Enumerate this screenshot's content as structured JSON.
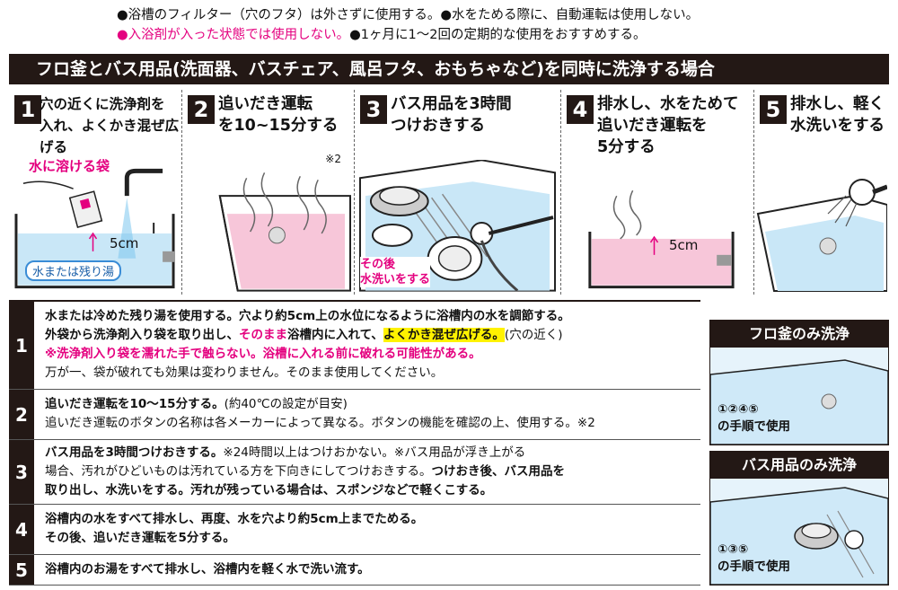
{
  "notes": {
    "line1a": "●浴槽のフィルター（穴のフタ）は外さずに使用する。",
    "line1b": "●水をためる際に、自動運転は使用しない。",
    "line2a": "●入浴剤が入った状態では使用しない。",
    "line2b": "●1ヶ月に1～2回の定期的な使用をおすすめする。"
  },
  "title": "フロ釜とバス用品(洗面器、バスチェア、風呂フタ、おもちゃなど)を同時に洗浄する場合",
  "steps": [
    {
      "num": "1",
      "title": "穴の近くに洗浄剤を\n入れ、よくかき混ぜ広げる",
      "label_bag": "水に溶ける袋",
      "label_water": "水または残り湯",
      "label_level": "5cm"
    },
    {
      "num": "2",
      "title": "追いだき運転\nを10~15分する",
      "note": "※2"
    },
    {
      "num": "3",
      "title": "バス用品を3時間\nつけおきする",
      "label_rinse": "その後\n水洗いをする"
    },
    {
      "num": "4",
      "title": "排水し、水をためて\n追いだき運転を\n5分する",
      "label_level": "5cm"
    },
    {
      "num": "5",
      "title": "排水し、軽く\n水洗いをする"
    }
  ],
  "rows": [
    {
      "num": "1",
      "l1": "水または冷めた残り湯を使用する。穴より約5cm上の水位になるように浴槽内の水を調節する。",
      "l2a": "外袋から洗浄剤入り袋を取り出し、",
      "l2b": "そのまま",
      "l2c": "浴槽内に入れて、",
      "l2d": "よくかき混ぜ広げる。",
      "l2e": "(穴の近く)",
      "l3": "※洗浄剤入り袋を濡れた手で触らない。浴槽に入れる前に破れる可能性がある。",
      "l4": "万が一、袋が破れても効果は変わりません。そのまま使用してください。"
    },
    {
      "num": "2",
      "l1a": "追いだき運転を10～15分する。",
      "l1b": "(約40℃の設定が目安)",
      "l2": "追いだき運転のボタンの名称は各メーカーによって異なる。ボタンの機能を確認の上、使用する。※2"
    },
    {
      "num": "3",
      "l1a": "バス用品を3時間つけおきする。",
      "l1b": "※24時間以上はつけおかない。※バス用品が浮き上がる",
      "l2a": "場合、汚れがひどいものは汚れている方を下向きにしてつけおきする。",
      "l2b": "つけおき後、バス用品を",
      "l3": "取り出し、水洗いをする。汚れが残っている場合は、スポンジなどで軽くこする。"
    },
    {
      "num": "4",
      "l1": "浴槽内の水をすべて排水し、再度、水を穴より約5cm上までためる。",
      "l2": "その後、追いだき運転を5分する。"
    },
    {
      "num": "5",
      "l1": "浴槽内のお湯をすべて排水し、浴槽内を軽く水で洗い流す。"
    }
  ],
  "side": [
    {
      "title": "フロ釜のみ洗浄",
      "l1": "①②④⑤",
      "l2": "の手順で使用"
    },
    {
      "title": "バス用品のみ洗浄",
      "l1": "①③⑤",
      "l2": "の手順で使用"
    }
  ],
  "colors": {
    "pink": "#e4007f",
    "water_blue": "#c9e7f7",
    "water_pink": "#f7c6d9",
    "highlight": "#fff200",
    "dark": "#231815"
  }
}
